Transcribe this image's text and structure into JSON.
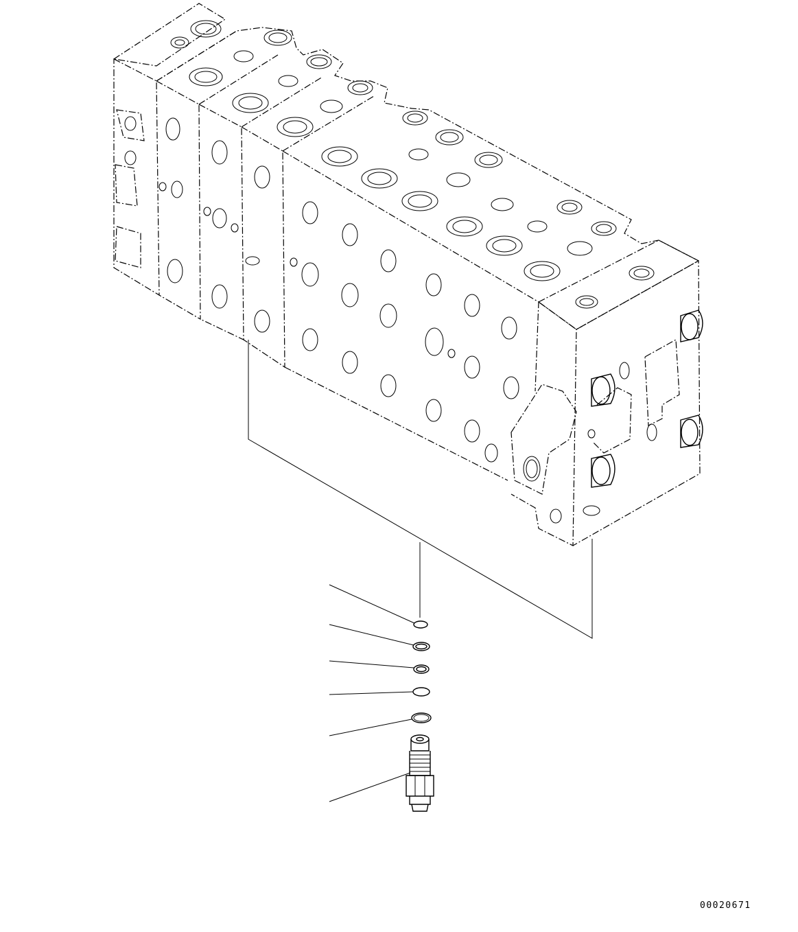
{
  "drawing": {
    "number": "00020671"
  },
  "parts": [
    {
      "part": "o-ring-small"
    },
    {
      "part": "backup-ring"
    },
    {
      "part": "o-ring-thick"
    },
    {
      "part": "o-ring"
    },
    {
      "part": "o-ring-large"
    },
    {
      "part": "relief-valve"
    }
  ]
}
